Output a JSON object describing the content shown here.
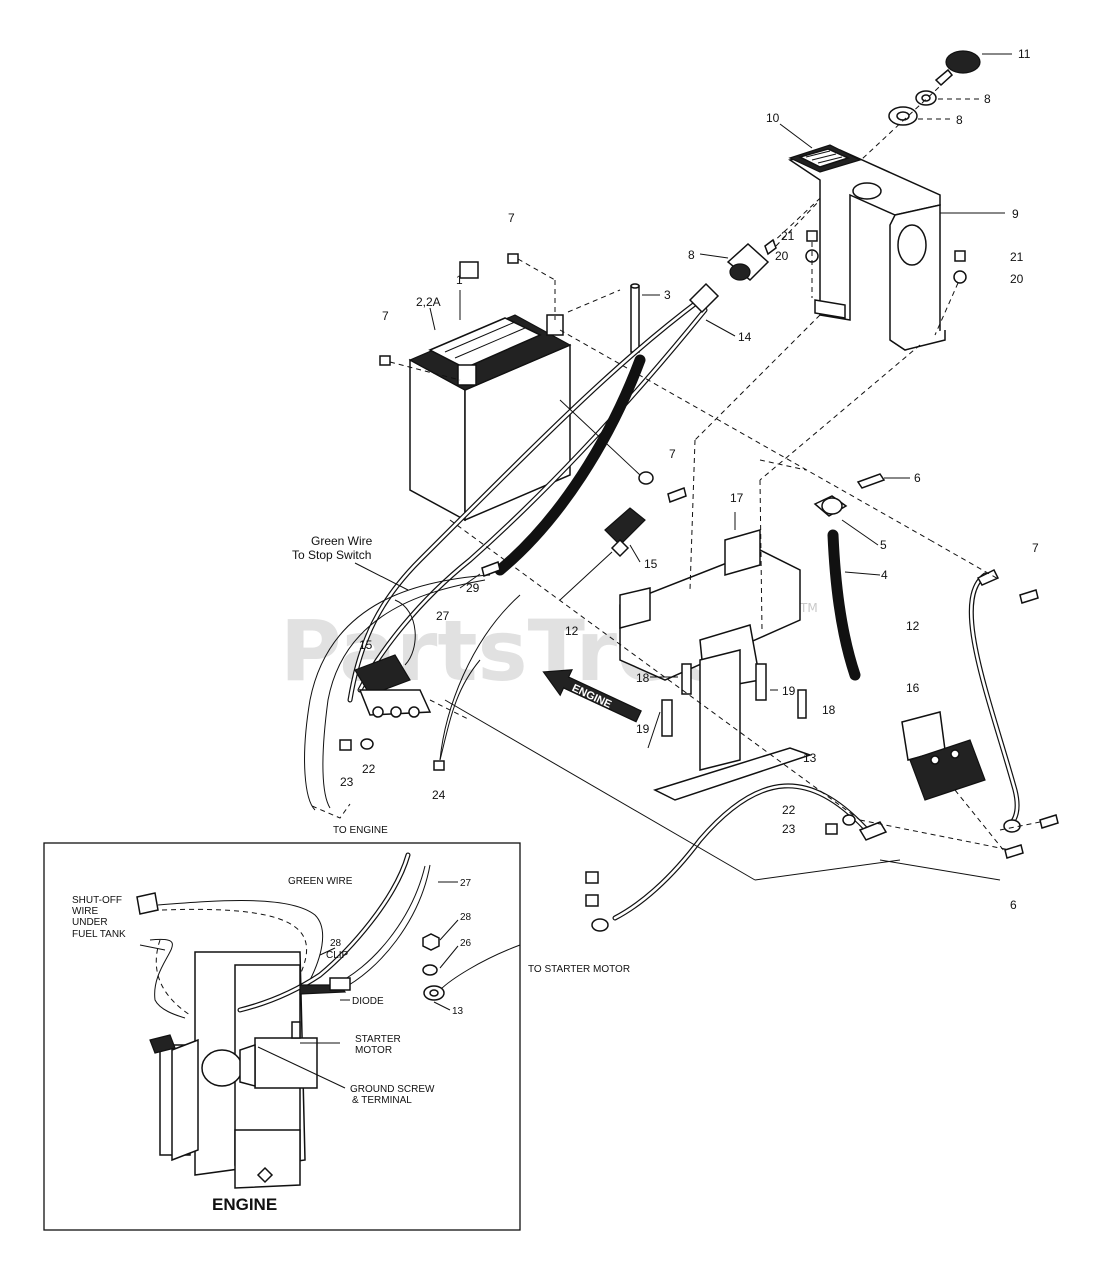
{
  "diagram": {
    "watermark": "PartsTree",
    "watermark_tm": "TM",
    "callouts": {
      "c1": "1",
      "c2": "2,2A",
      "c3": "3",
      "c4": "4",
      "c5": "5",
      "c6a": "6",
      "c6b": "6",
      "c7a": "7",
      "c7b": "7",
      "c7c": "7",
      "c7d": "7",
      "c8a": "8",
      "c8b": "8",
      "c8c": "8",
      "c9": "9",
      "c10": "10",
      "c11": "11",
      "c12a": "12",
      "c12b": "12",
      "c13": "13",
      "c14": "14",
      "c15a": "15",
      "c15b": "15",
      "c16": "16",
      "c17": "17",
      "c18a": "18",
      "c18b": "18",
      "c19a": "19",
      "c19b": "19",
      "c20a": "20",
      "c20b": "20",
      "c21a": "21",
      "c21b": "21",
      "c22a": "22",
      "c22b": "22",
      "c23a": "23",
      "c23b": "23",
      "c24": "24",
      "c27": "27",
      "c29": "29"
    },
    "green_wire_note_line1": "Green Wire",
    "green_wire_note_line2": "To Stop Switch",
    "to_engine": "TO ENGINE",
    "to_starter_motor": "TO STARTER MOTOR",
    "engine_arrow": "ENGINE",
    "inset": {
      "title": "ENGINE",
      "green_wire": "GREEN WIRE",
      "shutoff_line1": "SHUT-OFF",
      "shutoff_line2": "WIRE",
      "shutoff_line3": "UNDER",
      "shutoff_line4": "FUEL TANK",
      "c27": "27",
      "c28a": "28",
      "c28b": "28",
      "clip": "CLIP",
      "c26": "26",
      "diode": "DIODE",
      "c13": "13",
      "starter_line1": "STARTER",
      "starter_line2": "MOTOR",
      "ground_line1": "GROUND SCREW",
      "ground_line2": "& TERMINAL"
    }
  }
}
